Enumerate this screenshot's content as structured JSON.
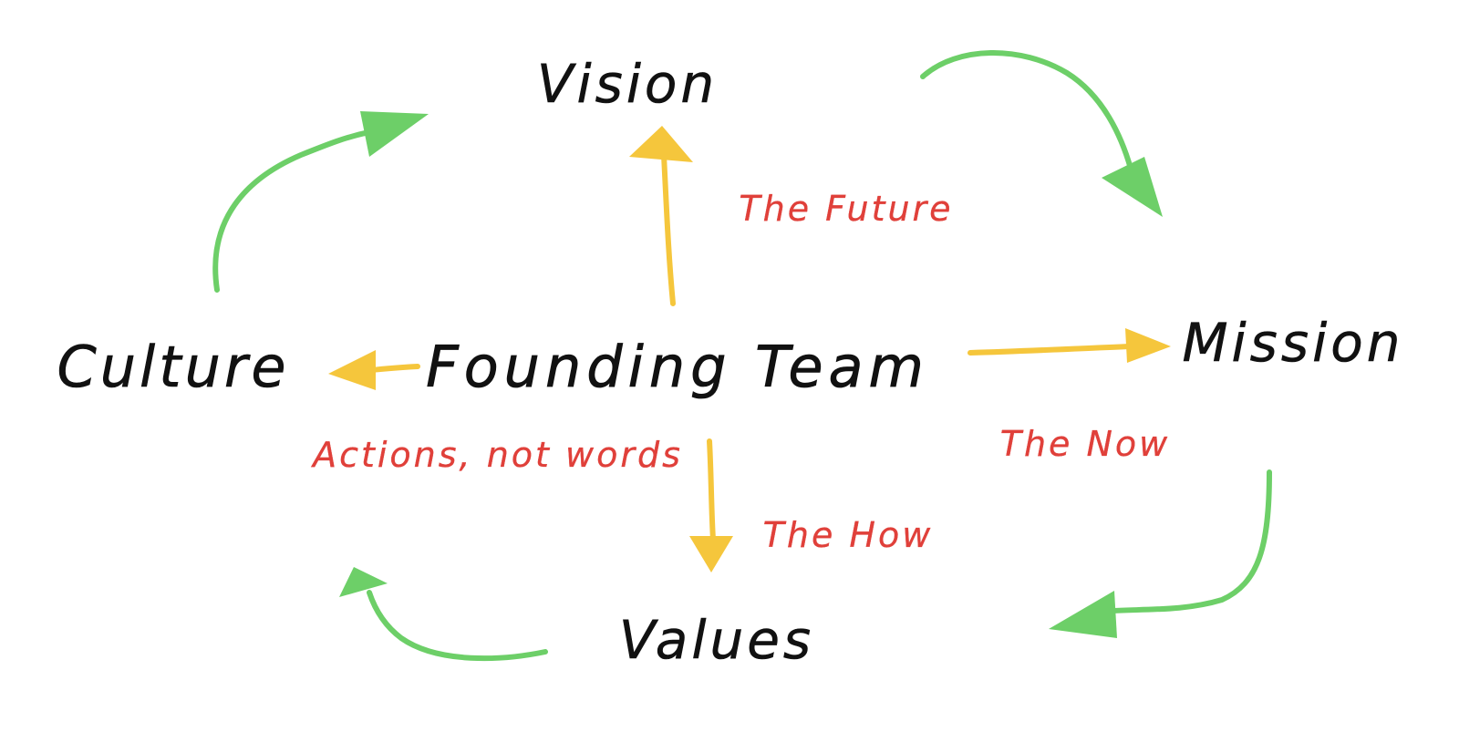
{
  "center": {
    "label": "Founding Team"
  },
  "nodes": {
    "vision": {
      "label": "Vision"
    },
    "mission": {
      "label": "Mission"
    },
    "values": {
      "label": "Values"
    },
    "culture": {
      "label": "Culture"
    }
  },
  "edge_labels": {
    "vision": "The Future",
    "mission": "The Now",
    "values": "The How",
    "culture": "Actions, not words"
  },
  "colors": {
    "text": "#111111",
    "edge_label": "#e0403a",
    "center_arrow": "#f5c63c",
    "cycle_arrow": "#6dcf68",
    "background": "#ffffff"
  }
}
